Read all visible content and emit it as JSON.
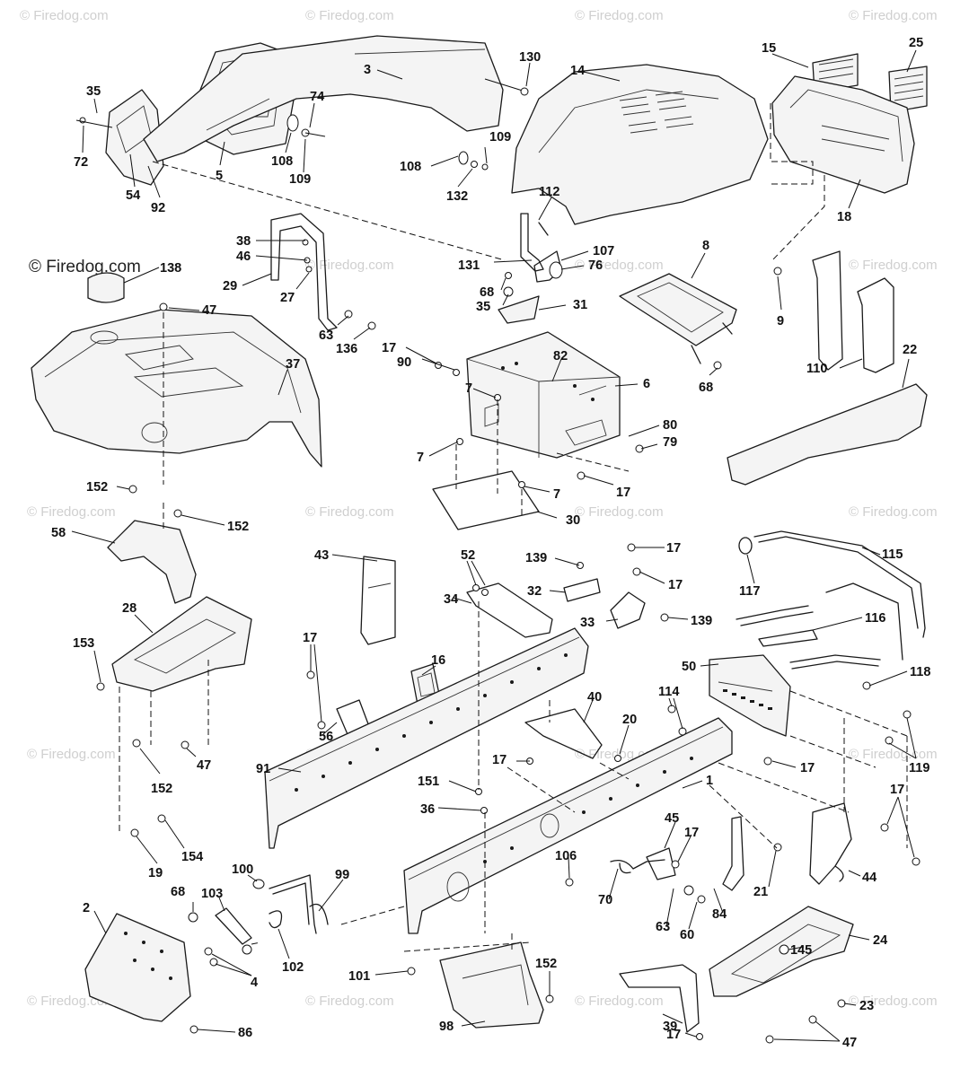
{
  "watermarks": {
    "text": "© Firedog.com",
    "main_text": "© Firedog.com"
  },
  "parts": [
    {
      "id": "p35a",
      "label": "35"
    },
    {
      "id": "p72",
      "label": "72"
    },
    {
      "id": "p54",
      "label": "54"
    },
    {
      "id": "p92",
      "label": "92"
    },
    {
      "id": "p5",
      "label": "5"
    },
    {
      "id": "p74",
      "label": "74"
    },
    {
      "id": "p108a",
      "label": "108"
    },
    {
      "id": "p109a",
      "label": "109"
    },
    {
      "id": "p3",
      "label": "3"
    },
    {
      "id": "p130",
      "label": "130"
    },
    {
      "id": "p14",
      "label": "14"
    },
    {
      "id": "p109b",
      "label": "109"
    },
    {
      "id": "p108b",
      "label": "108"
    },
    {
      "id": "p132",
      "label": "132"
    },
    {
      "id": "p112",
      "label": "112"
    },
    {
      "id": "p15",
      "label": "15"
    },
    {
      "id": "p25",
      "label": "25"
    },
    {
      "id": "p18",
      "label": "18"
    },
    {
      "id": "p138",
      "label": "138"
    },
    {
      "id": "p38",
      "label": "38"
    },
    {
      "id": "p46",
      "label": "46"
    },
    {
      "id": "p29",
      "label": "29"
    },
    {
      "id": "p27",
      "label": "27"
    },
    {
      "id": "p47a",
      "label": "47"
    },
    {
      "id": "p63a",
      "label": "63"
    },
    {
      "id": "p136",
      "label": "136"
    },
    {
      "id": "p131",
      "label": "131"
    },
    {
      "id": "p107",
      "label": "107"
    },
    {
      "id": "p76",
      "label": "76"
    },
    {
      "id": "p8",
      "label": "8"
    },
    {
      "id": "p68a",
      "label": "68"
    },
    {
      "id": "p35b",
      "label": "35"
    },
    {
      "id": "p31",
      "label": "31"
    },
    {
      "id": "p9",
      "label": "9"
    },
    {
      "id": "p37",
      "label": "37"
    },
    {
      "id": "p17a",
      "label": "17"
    },
    {
      "id": "p90",
      "label": "90"
    },
    {
      "id": "p82",
      "label": "82"
    },
    {
      "id": "p68b",
      "label": "68"
    },
    {
      "id": "p110",
      "label": "110"
    },
    {
      "id": "p22",
      "label": "22"
    },
    {
      "id": "p7a",
      "label": "7"
    },
    {
      "id": "p6",
      "label": "6"
    },
    {
      "id": "p80",
      "label": "80"
    },
    {
      "id": "p79",
      "label": "79"
    },
    {
      "id": "p7b",
      "label": "7"
    },
    {
      "id": "p17b",
      "label": "17"
    },
    {
      "id": "p152a",
      "label": "152"
    },
    {
      "id": "p7c",
      "label": "7"
    },
    {
      "id": "p58",
      "label": "58"
    },
    {
      "id": "p152b",
      "label": "152"
    },
    {
      "id": "p30",
      "label": "30"
    },
    {
      "id": "p43",
      "label": "43"
    },
    {
      "id": "p52",
      "label": "52"
    },
    {
      "id": "p139a",
      "label": "139"
    },
    {
      "id": "p17c",
      "label": "17"
    },
    {
      "id": "p115",
      "label": "115"
    },
    {
      "id": "p17d",
      "label": "17"
    },
    {
      "id": "p32",
      "label": "32"
    },
    {
      "id": "p117",
      "label": "117"
    },
    {
      "id": "p34",
      "label": "34"
    },
    {
      "id": "p28",
      "label": "28"
    },
    {
      "id": "p33",
      "label": "33"
    },
    {
      "id": "p139b",
      "label": "139"
    },
    {
      "id": "p116",
      "label": "116"
    },
    {
      "id": "p153",
      "label": "153"
    },
    {
      "id": "p17e",
      "label": "17"
    },
    {
      "id": "p16",
      "label": "16"
    },
    {
      "id": "p50",
      "label": "50"
    },
    {
      "id": "p118",
      "label": "118"
    },
    {
      "id": "p114",
      "label": "114"
    },
    {
      "id": "p40",
      "label": "40"
    },
    {
      "id": "p47b",
      "label": "47"
    },
    {
      "id": "p56",
      "label": "56"
    },
    {
      "id": "p20",
      "label": "20"
    },
    {
      "id": "p119",
      "label": "119"
    },
    {
      "id": "p17f",
      "label": "17"
    },
    {
      "id": "p17g",
      "label": "17"
    },
    {
      "id": "p91",
      "label": "91"
    },
    {
      "id": "p151",
      "label": "151"
    },
    {
      "id": "p152c",
      "label": "152"
    },
    {
      "id": "p1",
      "label": "1"
    },
    {
      "id": "p36",
      "label": "36"
    },
    {
      "id": "p17h",
      "label": "17"
    },
    {
      "id": "p154",
      "label": "154"
    },
    {
      "id": "p45",
      "label": "45"
    },
    {
      "id": "p17i",
      "label": "17"
    },
    {
      "id": "p19",
      "label": "19"
    },
    {
      "id": "p106",
      "label": "106"
    },
    {
      "id": "p100",
      "label": "100"
    },
    {
      "id": "p21",
      "label": "21"
    },
    {
      "id": "p44",
      "label": "44"
    },
    {
      "id": "p99",
      "label": "99"
    },
    {
      "id": "p70",
      "label": "70"
    },
    {
      "id": "p68c",
      "label": "68"
    },
    {
      "id": "p103",
      "label": "103"
    },
    {
      "id": "p2",
      "label": "2"
    },
    {
      "id": "p145",
      "label": "145"
    },
    {
      "id": "p63b",
      "label": "63"
    },
    {
      "id": "p60",
      "label": "60"
    },
    {
      "id": "p84",
      "label": "84"
    },
    {
      "id": "p24",
      "label": "24"
    },
    {
      "id": "p4",
      "label": "4"
    },
    {
      "id": "p102",
      "label": "102"
    },
    {
      "id": "p101",
      "label": "101"
    },
    {
      "id": "p152d",
      "label": "152"
    },
    {
      "id": "p23",
      "label": "23"
    },
    {
      "id": "p86",
      "label": "86"
    },
    {
      "id": "p98",
      "label": "98"
    },
    {
      "id": "p39",
      "label": "39"
    },
    {
      "id": "p17j",
      "label": "17"
    },
    {
      "id": "p47c",
      "label": "47"
    }
  ]
}
